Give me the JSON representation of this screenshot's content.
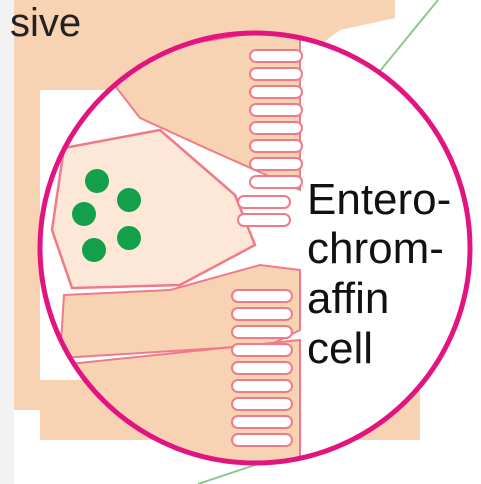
{
  "top_text": "sive",
  "label_lines": [
    "Entero-",
    "chrom-",
    "affin",
    "cell"
  ],
  "colors": {
    "background": "#ffffff",
    "left_strip": "#f2f2f2",
    "tissue_fill": "#f7d3b3",
    "cell_fill": "#fde7d6",
    "cell_outline": "#ef7b8a",
    "lens_outline": "#e2147f",
    "granule": "#149f4a",
    "guide_line": "#8bc98b"
  }
}
